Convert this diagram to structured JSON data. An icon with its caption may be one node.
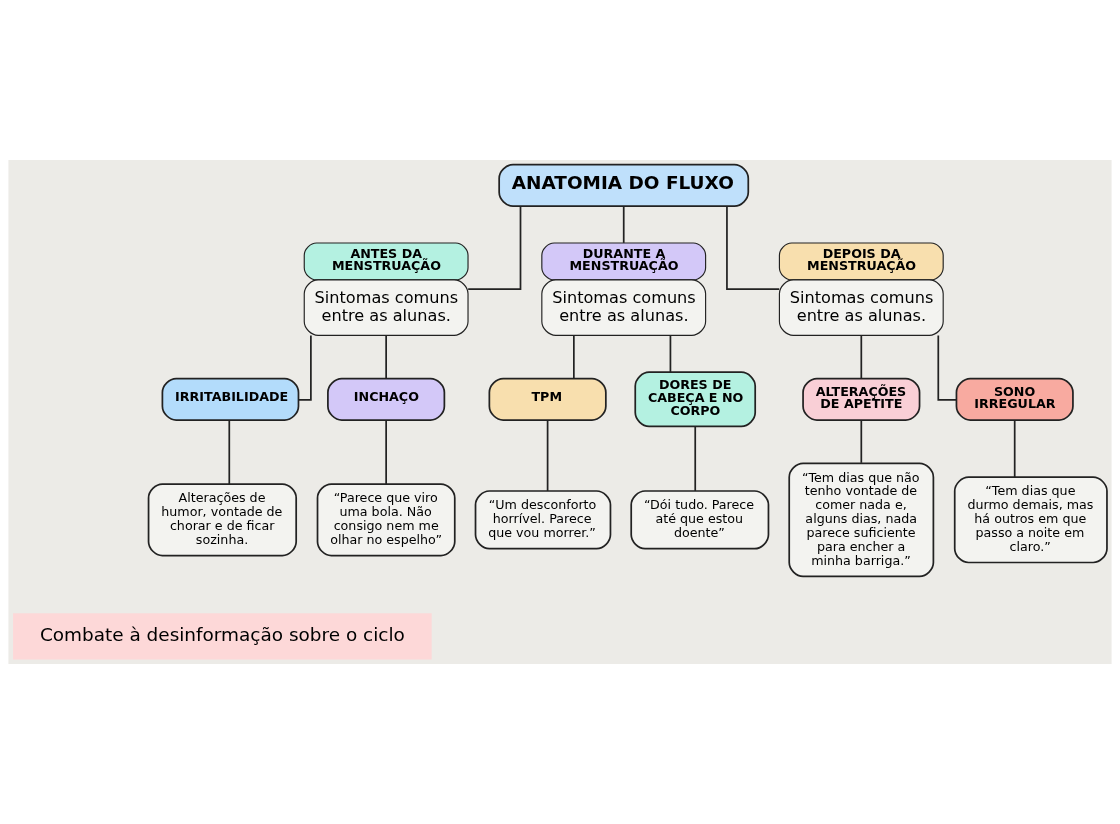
{
  "diagram": {
    "nodes": [
      {
        "text": [
          "ANATOMIA DO FLUXO"
        ]
      },
      {
        "text": [
          "ANTES DA MENSTRUAÇÃO",
          "Sintomas comuns entre as alunas."
        ]
      },
      {
        "text": [
          "DURANTE A MENSTRUAÇÃO",
          "Sintomas comuns entre as alunas."
        ]
      },
      {
        "text": [
          "DEPOIS DA MENSTRUAÇÃO",
          "Sintomas comuns entre as alunas."
        ]
      },
      {
        "text": [
          "IRRITABILIDADE"
        ]
      },
      {
        "text": [
          "INCHAÇO"
        ]
      },
      {
        "text": [
          "TPM"
        ]
      },
      {
        "text": [
          "DORES DE CABEÇA E NO CORPO"
        ]
      },
      {
        "text": [
          "ALTERAÇÕES DE APETITE"
        ]
      },
      {
        "text": [
          "SONO IRREGULAR"
        ]
      },
      {
        "text": [
          "Alterações de humor, vontade de chorar e de ficar sozinha."
        ]
      },
      {
        "text": [
          "“Parece que viro uma bola. Não consigo nem me olhar no espelho”"
        ]
      },
      {
        "text": [
          "“Um desconforto horrível. Parece que vou morrer.”"
        ]
      },
      {
        "text": [
          "“Dói tudo. Parece até que estou doente”"
        ]
      },
      {
        "text": [
          "“Tem dias que não tenho vontade de comer nada e, alguns dias, nada parece suficiente para encher a minha barriga.”"
        ]
      },
      {
        "text": [
          "“Tem dias que durmo demais, mas há outros em que passo a noite em claro.”"
        ]
      }
    ],
    "edges": [
      {
        "from": 0,
        "to": 1,
        "arrow": "none"
      },
      {
        "from": 0,
        "to": 2,
        "arrow": "none"
      },
      {
        "from": 0,
        "to": 3,
        "arrow": "none"
      },
      {
        "from": 1,
        "to": 4,
        "arrow": "none"
      },
      {
        "from": 1,
        "to": 5,
        "arrow": "none"
      },
      {
        "from": 2,
        "to": 6,
        "arrow": "none"
      },
      {
        "from": 2,
        "to": 7,
        "arrow": "none"
      },
      {
        "from": 3,
        "to": 8,
        "arrow": "none"
      },
      {
        "from": 3,
        "to": 9,
        "arrow": "none"
      },
      {
        "from": 4,
        "to": 10,
        "arrow": "none"
      },
      {
        "from": 5,
        "to": 11,
        "arrow": "none"
      },
      {
        "from": 6,
        "to": 12,
        "arrow": "none"
      },
      {
        "from": 7,
        "to": 13,
        "arrow": "none"
      },
      {
        "from": 8,
        "to": 14,
        "arrow": "none"
      },
      {
        "from": 9,
        "to": 15,
        "arrow": "none"
      }
    ],
    "labels": [
      "Combate à desinformação sobre o ciclo"
    ]
  }
}
